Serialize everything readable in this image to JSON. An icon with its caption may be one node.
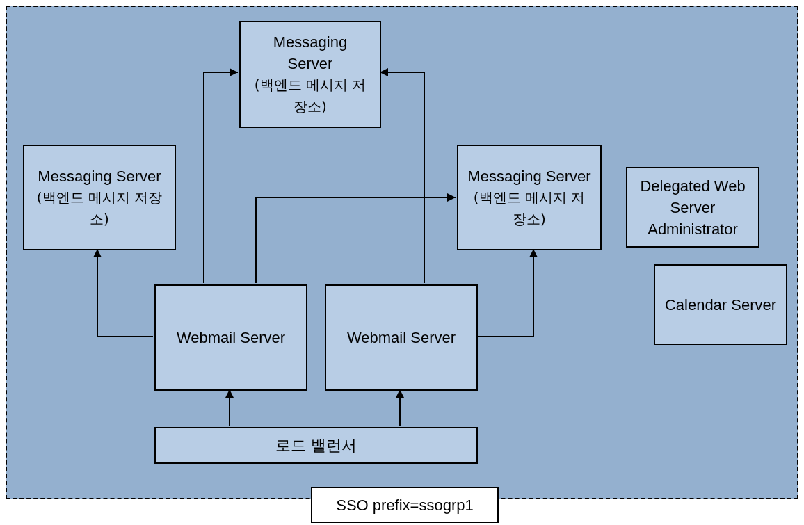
{
  "diagram": {
    "nodes": [
      {
        "text": [
          "SSO prefix=ssogrp1"
        ]
      },
      {
        "text": [
          "Messaging Server",
          "(백엔드 메시지 저장소)"
        ],
        "in": 0
      },
      {
        "text": [
          "Messaging Server",
          "(백엔드 메시지 저장소)"
        ],
        "in": 0
      },
      {
        "text": [
          "Messaging Server",
          "(백엔드 메시지 저장소)"
        ],
        "in": 0
      },
      {
        "text": [
          "Delegated Web Server Administrator"
        ],
        "in": 0
      },
      {
        "text": [
          "Calendar Server"
        ],
        "in": 0
      },
      {
        "text": [
          "Webmail Server"
        ],
        "in": 0
      },
      {
        "text": [
          "Webmail Server"
        ],
        "in": 0
      },
      {
        "text": [
          "로드 밸런서"
        ],
        "in": 0
      }
    ],
    "edges": [
      {
        "from": 6,
        "to": 1,
        "arrow": "to"
      },
      {
        "from": 6,
        "to": 2,
        "arrow": "to"
      },
      {
        "from": 6,
        "to": 3,
        "arrow": "to"
      },
      {
        "from": 7,
        "to": 1,
        "arrow": "to"
      },
      {
        "from": 7,
        "to": 3,
        "arrow": "to"
      },
      {
        "from": 8,
        "to": 6,
        "arrow": "to"
      },
      {
        "from": 8,
        "to": 7,
        "arrow": "to"
      }
    ]
  }
}
